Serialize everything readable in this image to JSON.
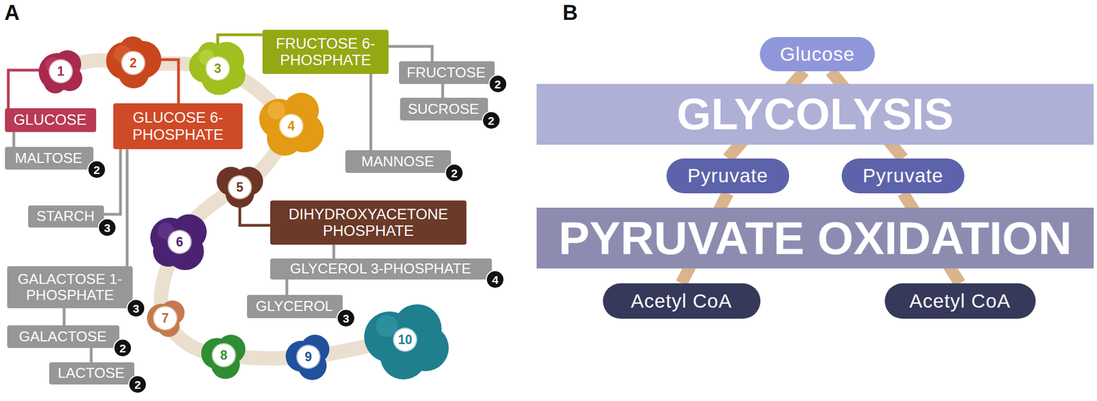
{
  "diagram": {
    "nodes": [
      {
        "text": [
          "1"
        ]
      },
      {
        "text": [
          "GLUCOSE"
        ]
      },
      {
        "text": [
          "MALTOSE"
        ]
      },
      {
        "text": [
          "2"
        ]
      },
      {
        "text": [
          "GLUCOSE 6-PHOSPHATE"
        ]
      },
      {
        "text": [
          "STARCH"
        ]
      },
      {
        "text": [
          "GALACTOSE 1-PHOSPHATE"
        ]
      },
      {
        "text": [
          "GALACTOSE"
        ]
      },
      {
        "text": [
          "LACTOSE"
        ]
      },
      {
        "text": [
          "3"
        ]
      },
      {
        "text": [
          "FRUCTOSE 6-PHOSPHATE"
        ]
      },
      {
        "text": [
          "FRUCTOSE"
        ]
      },
      {
        "text": [
          "SUCROSE"
        ]
      },
      {
        "text": [
          "MANNOSE"
        ]
      },
      {
        "text": [
          "4"
        ]
      },
      {
        "text": [
          "5"
        ]
      },
      {
        "text": [
          "DIHYDROXYACETONE PHOSPHATE"
        ]
      },
      {
        "text": [
          "GLYCEROL 3-PHOSPHATE"
        ]
      },
      {
        "text": [
          "GLYCEROL"
        ]
      },
      {
        "text": [
          "6"
        ]
      },
      {
        "text": [
          "7"
        ]
      },
      {
        "text": [
          "8"
        ]
      },
      {
        "text": [
          "9"
        ]
      },
      {
        "text": [
          "10"
        ]
      },
      {
        "text": [
          "Glucose"
        ]
      },
      {
        "text": [
          "GLYCOLYSIS"
        ]
      },
      {
        "text": [
          "Pyruvate"
        ]
      },
      {
        "text": [
          "Pyruvate"
        ]
      },
      {
        "text": [
          "PYRUVATE OXIDATION"
        ]
      },
      {
        "text": [
          "Acetyl CoA"
        ]
      },
      {
        "text": [
          "Acetyl CoA"
        ]
      }
    ],
    "edges": [
      {
        "from": 0,
        "to": 1,
        "arrow": "none"
      },
      {
        "from": 1,
        "to": 2,
        "arrow": "none"
      },
      {
        "from": 3,
        "to": 4,
        "arrow": "none"
      },
      {
        "from": 4,
        "to": 5,
        "arrow": "none"
      },
      {
        "from": 4,
        "to": 6,
        "arrow": "none"
      },
      {
        "from": 6,
        "to": 7,
        "arrow": "none"
      },
      {
        "from": 7,
        "to": 8,
        "arrow": "none"
      },
      {
        "from": 9,
        "to": 10,
        "arrow": "none"
      },
      {
        "from": 10,
        "to": 11,
        "arrow": "none"
      },
      {
        "from": 11,
        "to": 12,
        "arrow": "none"
      },
      {
        "from": 10,
        "to": 13,
        "arrow": "none"
      },
      {
        "from": 15,
        "to": 16,
        "arrow": "none"
      },
      {
        "from": 16,
        "to": 17,
        "arrow": "none"
      },
      {
        "from": 17,
        "to": 18,
        "arrow": "none"
      },
      {
        "from": 24,
        "to": 26,
        "arrow": "none"
      },
      {
        "from": 24,
        "to": 27,
        "arrow": "none"
      },
      {
        "from": 26,
        "to": 29,
        "arrow": "none"
      },
      {
        "from": 27,
        "to": 30,
        "arrow": "none"
      }
    ],
    "labels": [
      "A",
      "B",
      "2",
      "3",
      "3",
      "2",
      "2",
      "2",
      "2",
      "2",
      "4",
      "3"
    ]
  }
}
